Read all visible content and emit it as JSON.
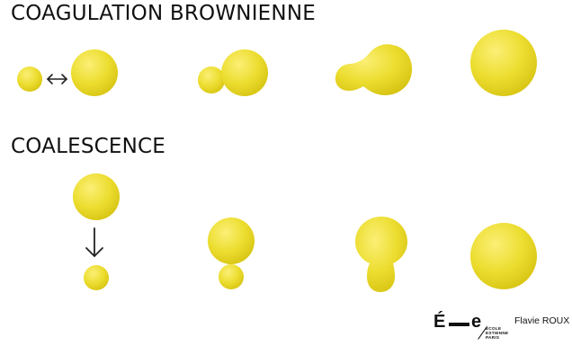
{
  "headings": {
    "coagulation": "COAGULATION BROWNIENNE",
    "coalescence": "COALESCENCE"
  },
  "colors": {
    "droplet_light": "#fff27a",
    "droplet_mid": "#efe033",
    "droplet_dark": "#d8c419",
    "arrow": "#222222"
  },
  "icons": {
    "double_arrow": "double-arrow-icon",
    "down_arrow": "down-arrow-icon"
  },
  "logo": {
    "letter_left": "É",
    "letter_right": "e",
    "school_line1": "ÉCOLE",
    "school_line2": "ESTIENNE",
    "school_line3": "PARIS"
  },
  "credit": "Flavie ROUX"
}
